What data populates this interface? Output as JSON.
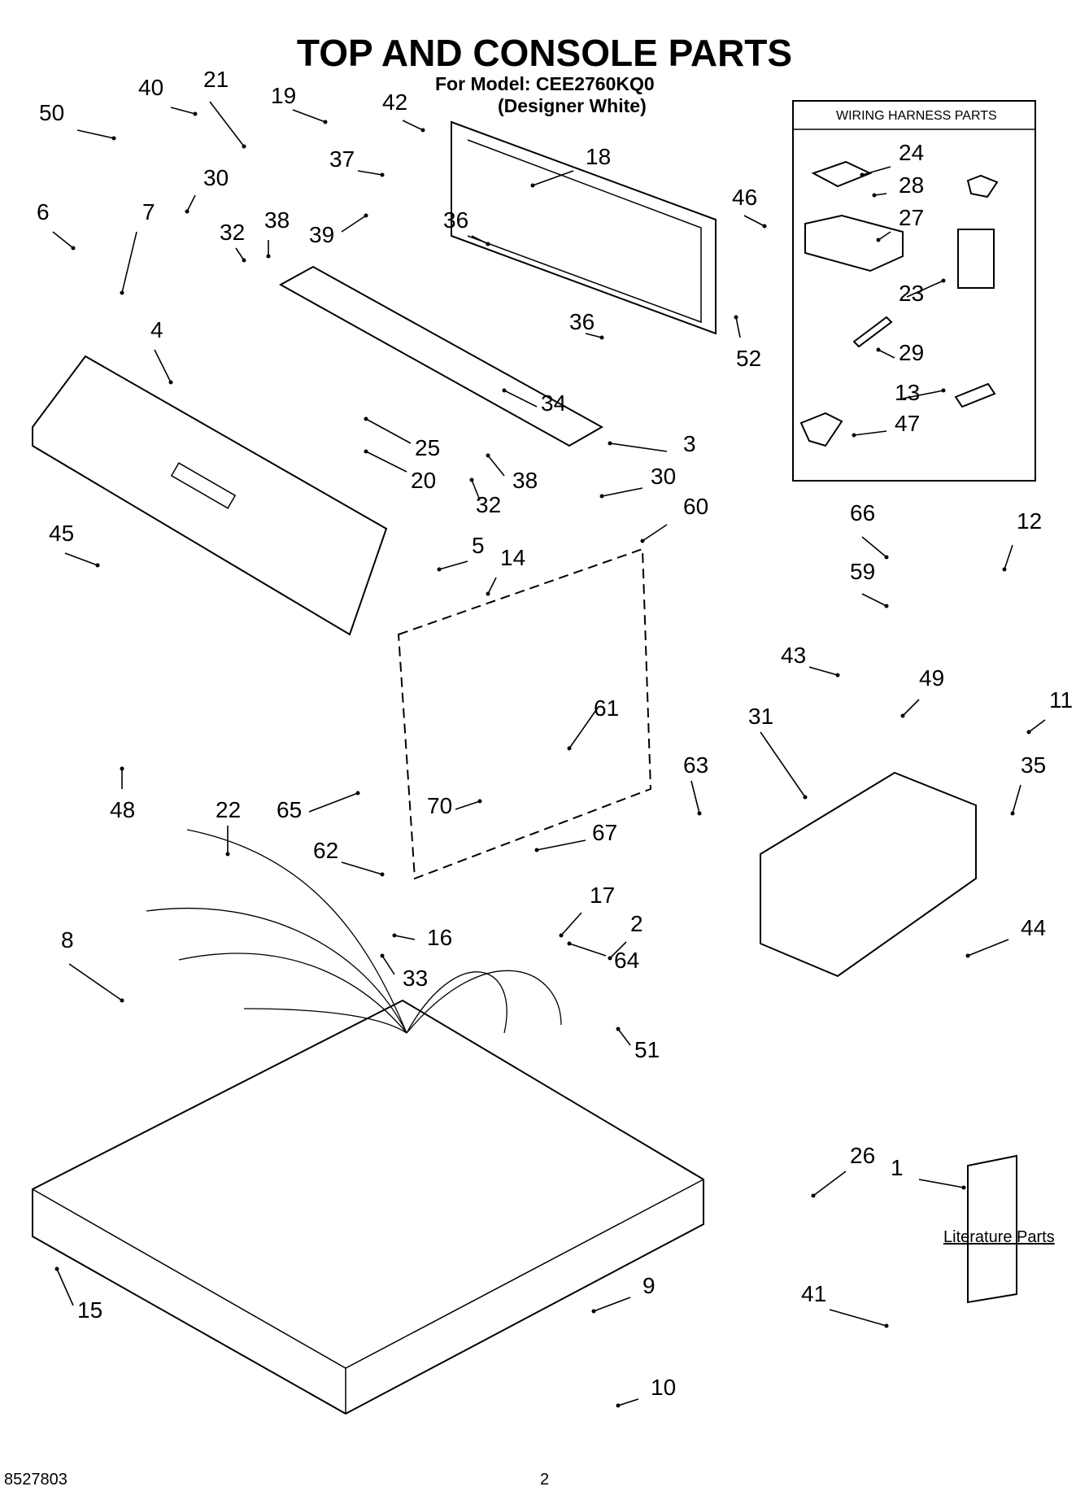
{
  "header": {
    "title": "TOP AND CONSOLE PARTS",
    "model": "For Model: CEE2760KQ0",
    "variant": "(Designer White)"
  },
  "harness_box": {
    "title": "WIRING HARNESS PARTS"
  },
  "literature_label": "Literature Parts",
  "callouts": [
    "50",
    "40",
    "21",
    "19",
    "42",
    "37",
    "18",
    "39",
    "30",
    "6",
    "7",
    "32",
    "38",
    "36",
    "46",
    "4",
    "25",
    "20",
    "34",
    "36",
    "52",
    "3",
    "38",
    "32",
    "30",
    "45",
    "5",
    "14",
    "60",
    "66",
    "12",
    "59",
    "43",
    "49",
    "11",
    "48",
    "65",
    "70",
    "61",
    "63",
    "31",
    "35",
    "22",
    "62",
    "67",
    "64",
    "44",
    "8",
    "17",
    "2",
    "16",
    "33",
    "51",
    "26",
    "1",
    "15",
    "9",
    "10",
    "41",
    "24",
    "28",
    "27",
    "23",
    "29",
    "13",
    "47"
  ],
  "footer": {
    "part_number": "8527803",
    "page": "2"
  }
}
